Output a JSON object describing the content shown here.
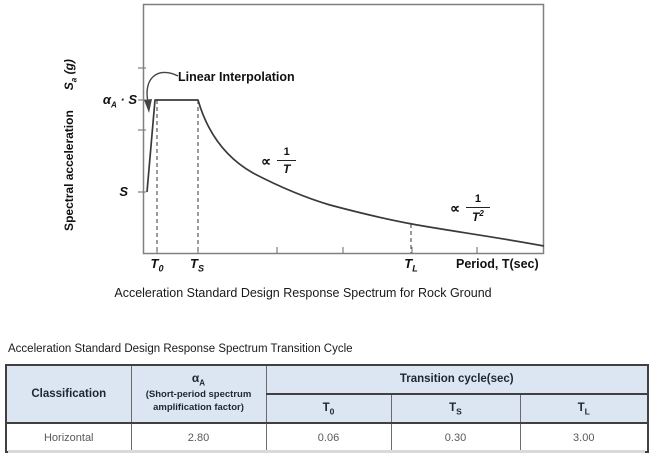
{
  "figure": {
    "caption": "Acceleration Standard Design Response Spectrum for Rock Ground",
    "y_axis": {
      "title": "Spectral acceleration",
      "sym": "S",
      "sym_sub": "a",
      "unit": " (g)",
      "level_alpha_sym": "α",
      "level_alpha_sub": "A",
      "level_alpha_rest": " · S",
      "level_s": "S"
    },
    "x_axis": {
      "title": "Period, T(sec)",
      "t0_sym": "T",
      "t0_sub": "0",
      "ts_sym": "T",
      "ts_sub": "S",
      "tl_sym": "T",
      "tl_sub": "L"
    },
    "annotations": {
      "linear_interpolation": "Linear Interpolation",
      "prop1_sign": "∝",
      "prop1_num": "1",
      "prop1_den": "T",
      "prop2_sign": "∝",
      "prop2_num": "1",
      "prop2_den": "T",
      "prop2_exp": "2"
    }
  },
  "chart_data": {
    "type": "line",
    "title": "Acceleration Standard Design Response Spectrum for Rock Ground",
    "xlabel": "Period, T(sec)",
    "ylabel": "Spectral acceleration Sa (g)",
    "x_tick_labels": [
      "T0",
      "TS",
      "TL"
    ],
    "y_tick_labels": [
      "S",
      "αA·S"
    ],
    "grid": false,
    "legend": false,
    "axis_scale": "schematic, not to scale",
    "segments": [
      {
        "range": "0 <= T < T0",
        "shape": "linear rise from S to αA·S",
        "annotation": "Linear Interpolation"
      },
      {
        "range": "T0 <= T <= TS",
        "shape": "constant plateau at αA·S"
      },
      {
        "range": "TS < T <= TL",
        "shape": "decay proportional to 1/T"
      },
      {
        "range": "T > TL",
        "shape": "decay proportional to 1/T^2"
      }
    ],
    "key_values": {
      "alpha_A": 2.8,
      "T0_sec": 0.06,
      "TS_sec": 0.3,
      "TL_sec": 3.0
    }
  },
  "table": {
    "title": "Acceleration Standard Design Response Spectrum Transition Cycle",
    "header": {
      "classification": "Classification",
      "alpha_sym": "α",
      "alpha_sub": "A",
      "alpha_desc": "(Short-period spectrum amplification factor)",
      "transition": "Transition cycle(sec)",
      "t0_sym": "T",
      "t0_sub": "0",
      "ts_sym": "T",
      "ts_sub": "S",
      "tl_sym": "T",
      "tl_sub": "L"
    },
    "row": {
      "classification": "Horizontal",
      "alpha": "2.80",
      "t0": "0.06",
      "ts": "0.30",
      "tl": "3.00"
    }
  },
  "colors": {
    "table_header_bg": "#dbe6f2",
    "border_dark": "#404040",
    "curve": "#3a3a3a"
  }
}
